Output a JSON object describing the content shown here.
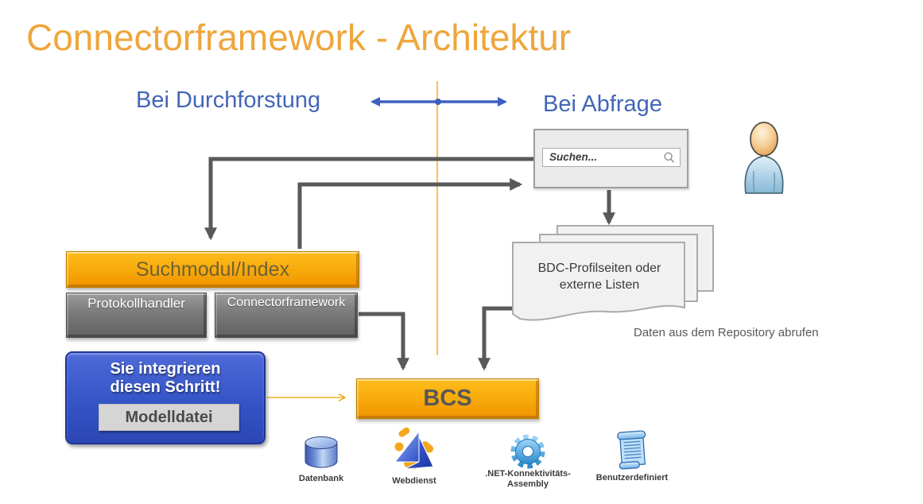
{
  "slide": {
    "title": "Connectorframework - Architektur"
  },
  "phases": {
    "crawl_label": "Bei Durchforstung",
    "query_label": "Bei Abfrage"
  },
  "search_box": {
    "placeholder": "Suchen..."
  },
  "diagram": {
    "search_module": "Suchmodul/Index",
    "protocol_handler": "Protokollhandler",
    "connector_framework": "Connectorframework",
    "integration_note_line1": "Sie integrieren",
    "integration_note_line2": "diesen Schritt!",
    "model_file": "Modelldatei",
    "bcs": "BCS",
    "documents_label": "BDC-Profilseiten oder externe Listen",
    "repository_note": "Daten aus dem Repository abrufen"
  },
  "data_sources": [
    {
      "icon": "database-icon",
      "label": "Datenbank"
    },
    {
      "icon": "webservice-icon",
      "label": "Webdienst"
    },
    {
      "icon": "gear-icon",
      "label": ".NET-Konnektivitäts-",
      "label2": "Assembly"
    },
    {
      "icon": "scroll-icon",
      "label": "Benutzerdefiniert"
    }
  ],
  "colors": {
    "title_orange": "#EFA63C",
    "accent_orange": "#F5A400",
    "heading_blue": "#4266B8",
    "box_blue": "#3353C4",
    "arrow_gray": "#595959"
  }
}
